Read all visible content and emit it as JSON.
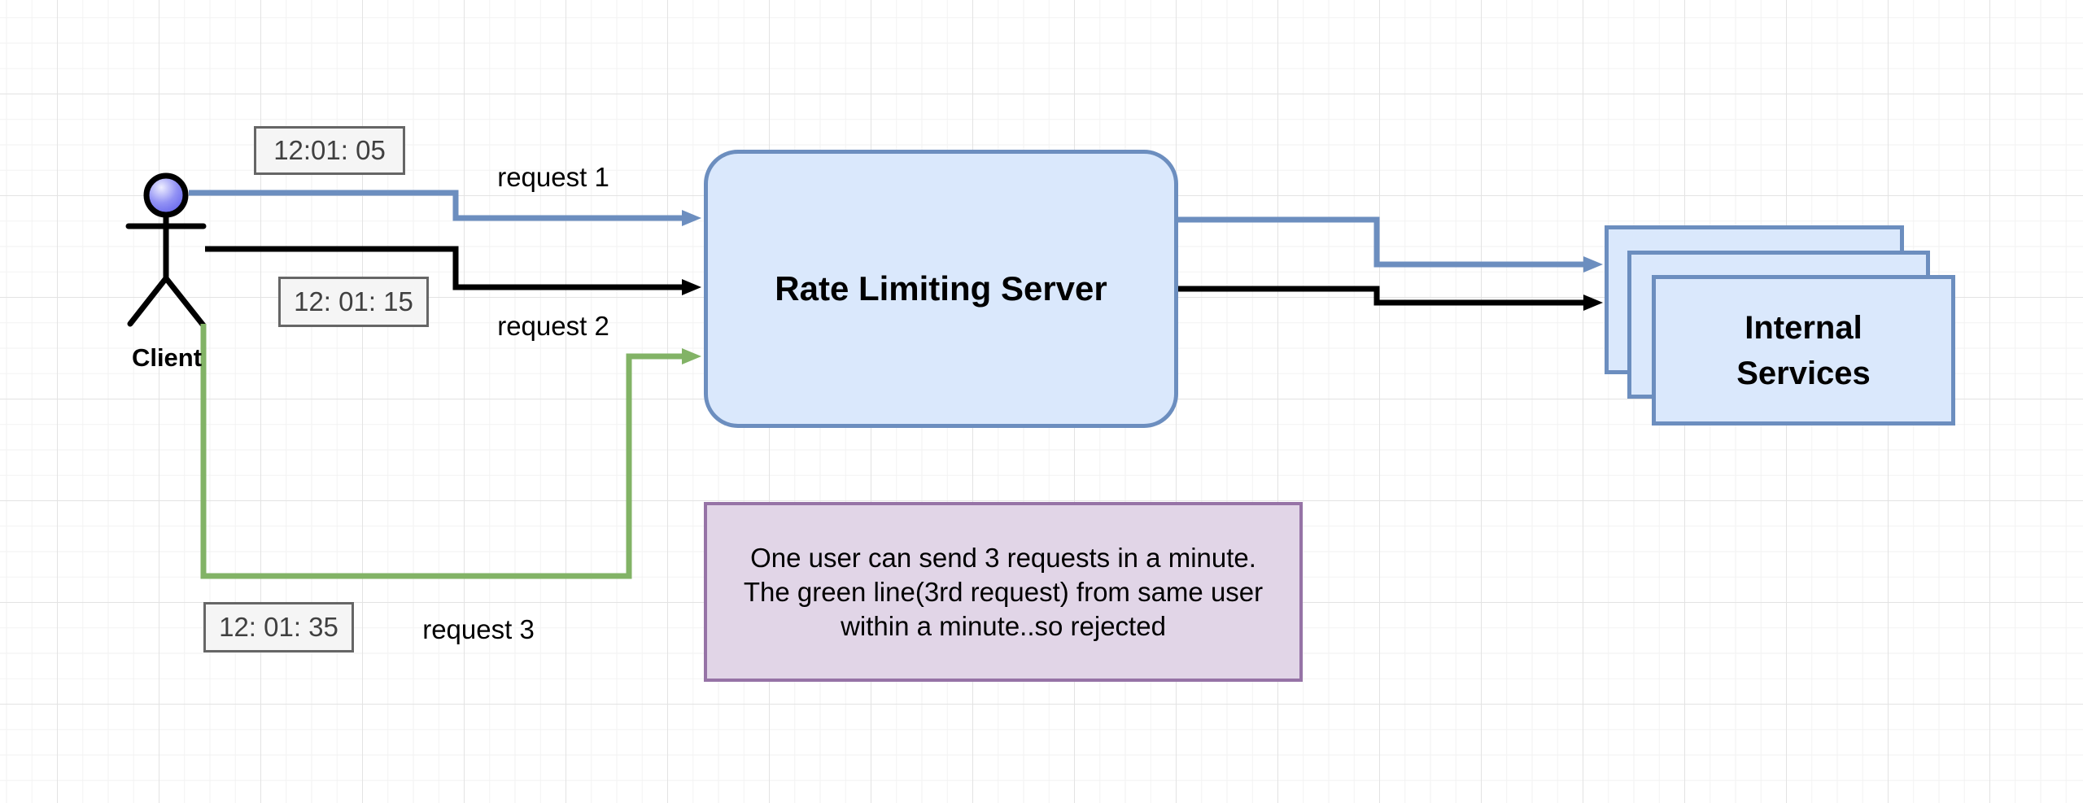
{
  "client": {
    "label": "Client"
  },
  "server": {
    "label": "Rate Limiting Server"
  },
  "services": {
    "label": "Internal Services",
    "lines": [
      "Internal",
      "Services"
    ]
  },
  "note": {
    "lines": [
      "One user can send 3 requests in a minute.",
      "The green line(3rd request) from same user",
      "within a minute..so rejected"
    ]
  },
  "requests": [
    {
      "label": "request 1",
      "time": "12:01: 05",
      "color": "#6c8ebf"
    },
    {
      "label": "request 2",
      "time": "12: 01: 15",
      "color": "#000000"
    },
    {
      "label": "request 3",
      "time": "12: 01: 35",
      "color": "#82b366"
    }
  ],
  "colors": {
    "node_fill": "#dae8fc",
    "node_border": "#6c8ebf",
    "note_fill": "#e1d5e7",
    "note_border": "#9673a6",
    "timestamp_fill": "#f5f5f5",
    "timestamp_border": "#666666",
    "request1_line": "#6c8ebf",
    "request2_line": "#000000",
    "request3_line": "#82b366"
  }
}
